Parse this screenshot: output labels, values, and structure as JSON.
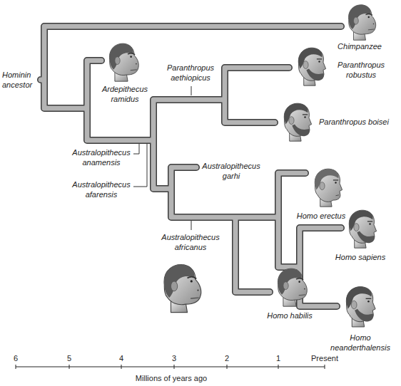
{
  "diagram": {
    "labels": [
      "Hominin ancestor",
      "Chimpanzee",
      "Ardepithecus ramidus",
      "Paranthropus aethiopicus",
      "Paranthropus robustus",
      "Paranthropus boisei",
      "Australopithecus anamensis",
      "Australopithecus afarensis",
      "Australopithecus garhi",
      "Australopithecus africanus",
      "Homo erectus",
      "Homo sapiens",
      "Homo habilis",
      "Homo neanderthalensis",
      "6",
      "5",
      "4",
      "3",
      "2",
      "1",
      "Present",
      "Millions of years ago"
    ]
  }
}
